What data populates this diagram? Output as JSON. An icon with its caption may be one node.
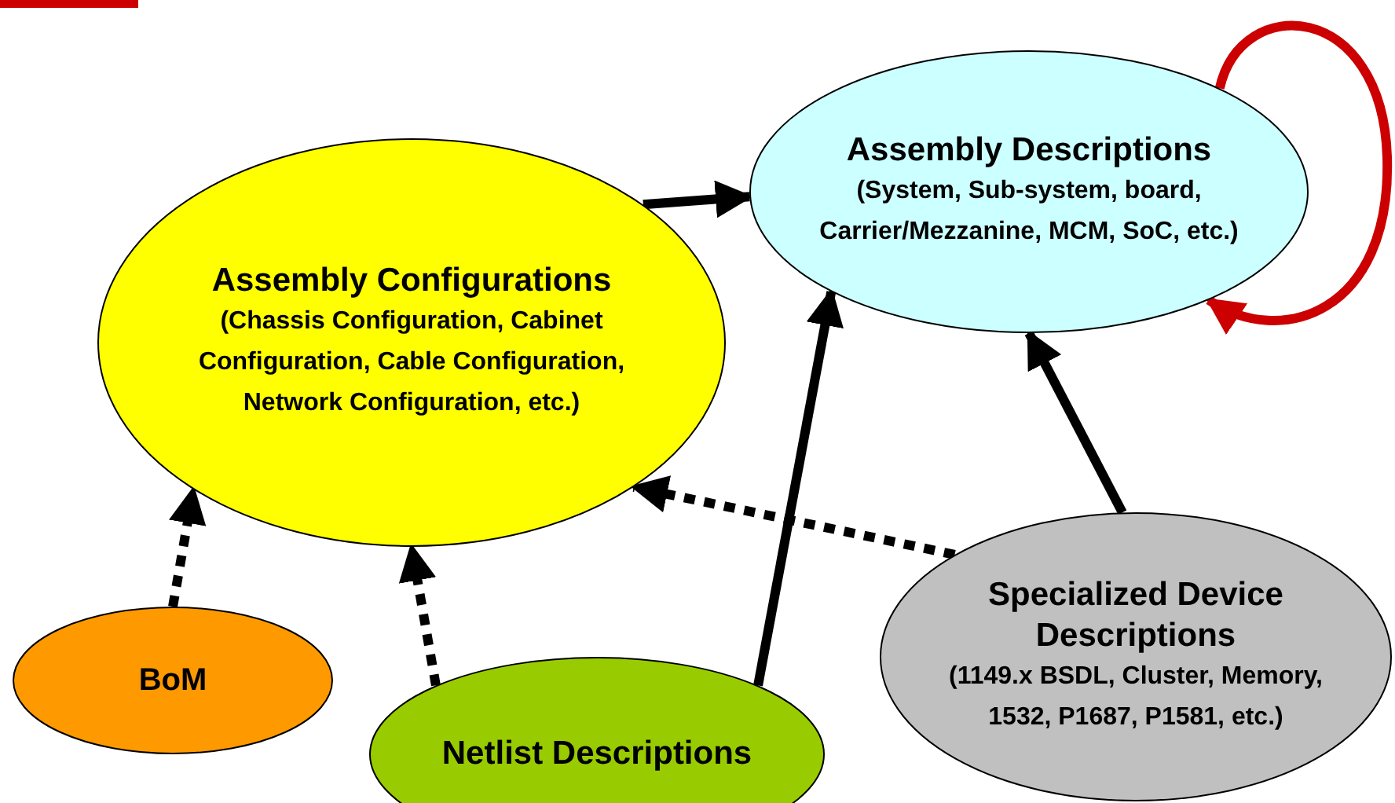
{
  "diagram": {
    "nodes": [
      {
        "text": [
          "Assembly Descriptions",
          "(System, Sub-system, board, Carrier/Mezzanine, MCM, SoC, etc.)"
        ]
      },
      {
        "text": [
          "Assembly Configurations",
          "(Chassis Configuration, Cabinet Configuration, Cable Configuration, Network Configuration, etc.)"
        ]
      },
      {
        "text": [
          "BoM"
        ]
      },
      {
        "text": [
          "Netlist Descriptions"
        ]
      },
      {
        "text": [
          "Specialized Device Descriptions",
          "(1149.x BSDL, Cluster, Memory, 1532, P1687, P1581, etc.)"
        ]
      }
    ],
    "edges": [
      {
        "from": 1,
        "to": 0,
        "arrow": "to"
      },
      {
        "from": 2,
        "to": 1,
        "arrow": "to",
        "style": "dashed"
      },
      {
        "from": 3,
        "to": 1,
        "arrow": "to",
        "style": "dashed"
      },
      {
        "from": 3,
        "to": 0,
        "arrow": "to"
      },
      {
        "from": 4,
        "to": 0,
        "arrow": "to"
      },
      {
        "from": 4,
        "to": 1,
        "arrow": "to",
        "style": "dashed"
      },
      {
        "from": 0,
        "to": 0,
        "arrow": "to",
        "color": "#cc0000"
      }
    ]
  }
}
